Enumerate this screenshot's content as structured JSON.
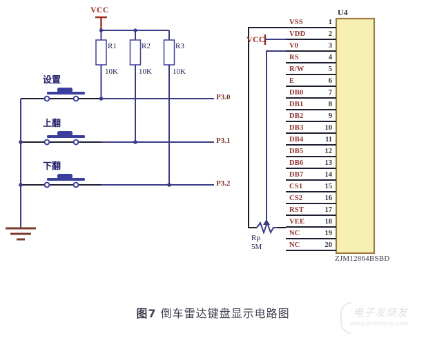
{
  "figure": {
    "caption_number": "图7",
    "caption_text": "倒车雷达键盘显示电路图"
  },
  "power": {
    "vcc_left_label": "VCC",
    "vcc_lcd_label": "VCC",
    "ground_name": "ground-symbol"
  },
  "resistors": [
    {
      "ref": "R1",
      "value": "10K"
    },
    {
      "ref": "R2",
      "value": "10K"
    },
    {
      "ref": "R3",
      "value": "10K"
    }
  ],
  "switches": [
    {
      "label": "设置",
      "port": "P3.0"
    },
    {
      "label": "上翻",
      "port": "P3.1"
    },
    {
      "label": "下翻",
      "port": "P3.2"
    }
  ],
  "ports": [
    {
      "label": "P3.0"
    },
    {
      "label": "P3.1"
    },
    {
      "label": "P3.2"
    }
  ],
  "potentiometer": {
    "ref": "Rp",
    "value": "5M"
  },
  "ic": {
    "designator": "U4",
    "part_number": "ZJM12864BSBD",
    "pins": [
      {
        "num": "1",
        "name": "VSS"
      },
      {
        "num": "2",
        "name": "VDD"
      },
      {
        "num": "3",
        "name": "V0"
      },
      {
        "num": "4",
        "name": "RS"
      },
      {
        "num": "5",
        "name": "R/W"
      },
      {
        "num": "6",
        "name": "E"
      },
      {
        "num": "7",
        "name": "DB0"
      },
      {
        "num": "8",
        "name": "DB1"
      },
      {
        "num": "9",
        "name": "DB2"
      },
      {
        "num": "10",
        "name": "DB3"
      },
      {
        "num": "11",
        "name": "DB4"
      },
      {
        "num": "12",
        "name": "DB5"
      },
      {
        "num": "13",
        "name": "DB6"
      },
      {
        "num": "14",
        "name": "DB7"
      },
      {
        "num": "15",
        "name": "CS1"
      },
      {
        "num": "16",
        "name": "CS2"
      },
      {
        "num": "17",
        "name": "RST"
      },
      {
        "num": "18",
        "name": "VEE"
      },
      {
        "num": "19",
        "name": "NC"
      },
      {
        "num": "20",
        "name": "NC"
      }
    ]
  },
  "watermark": {
    "brand": "电子发烧友",
    "url": "www.elecfans.com"
  },
  "colors": {
    "wire": "#3b3a86",
    "wire_dark": "#1c1c2e",
    "power_red": "#9a2b25",
    "ic_fill": "#f6f0b4",
    "ic_border": "#a07a45",
    "pin_name": "#8e2f2a",
    "component_outline": "#4a48a0",
    "ground": "#7a3b2e"
  }
}
